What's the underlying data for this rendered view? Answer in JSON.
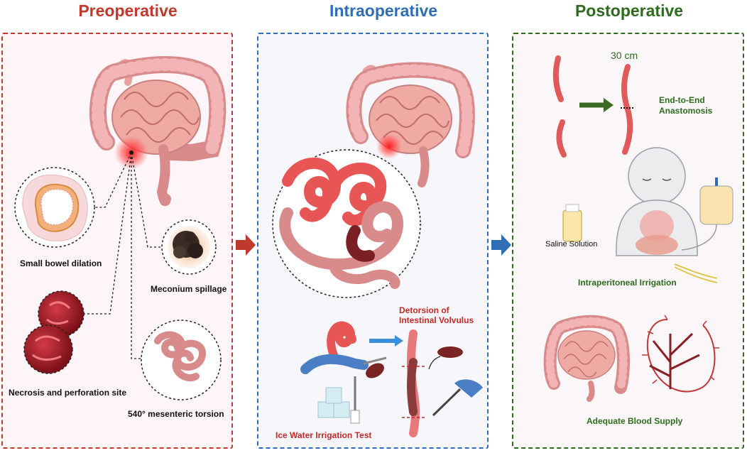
{
  "headings": {
    "preoperative": "Preoperative",
    "intraoperative": "Intraoperative",
    "postoperative": "Postoperative"
  },
  "colors": {
    "pre": "#c0392b",
    "intra": "#2f6db5",
    "post": "#2e6b1f"
  },
  "preoperative": {
    "small_bowel_dilation": "Small bowel dilation",
    "meconium_spillage": "Meconium spillage",
    "necrosis": "Necrosis and perforation site",
    "torsion": "540° mesenteric torsion"
  },
  "intraoperative": {
    "detorsion": "Detorsion of\nIntestinal Volvulus",
    "ice_water": "Ice Water Irrigation Test"
  },
  "postoperative": {
    "length": "30 cm",
    "anastomosis": "End-to-End\nAnastomosis",
    "saline": "Saline Solution",
    "irrigation": "Intraperitoneal Irrigation",
    "blood_supply": "Adequate Blood Supply"
  }
}
